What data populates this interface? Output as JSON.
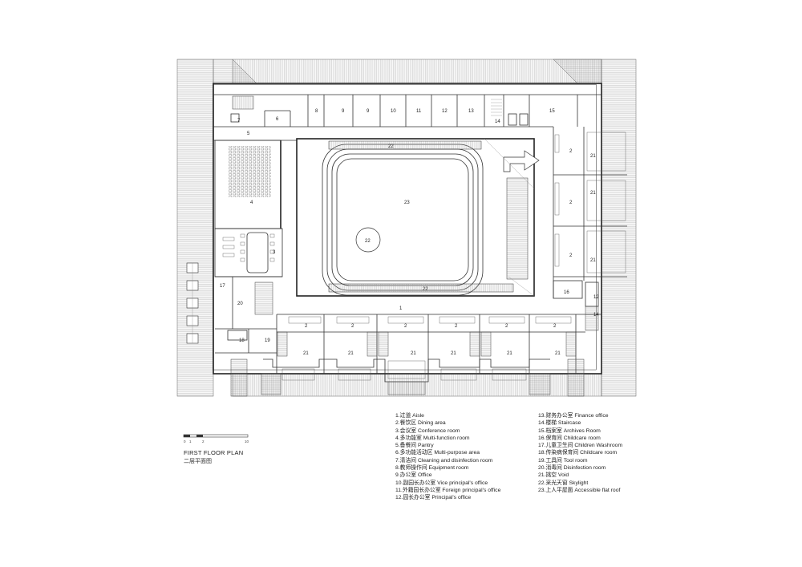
{
  "plan": {
    "title": "FIRST FLOOR PLAN",
    "title_cn": "二层平面图",
    "scale_labels": [
      "0",
      "1",
      "2",
      "10"
    ],
    "room_labels": {
      "aisle": "1",
      "dining": "2",
      "conference": "3",
      "multifunction": "4",
      "pantry": "5",
      "multipurpose": "6",
      "cleaning": "7",
      "equipment": "8",
      "office": "9",
      "vice_principal": "10",
      "foreign_principal": "11",
      "principal": "12",
      "finance": "13",
      "staircase": "14",
      "archives": "15",
      "childcare": "16",
      "washroom": "17",
      "childcare_b": "18",
      "tool": "19",
      "disinfection": "20",
      "void": "21",
      "skylight": "22",
      "flat_roof": "23"
    }
  },
  "legend": {
    "left": [
      "1.过道  Aisle",
      "2.餐饮区  Dining area",
      "3.会议室  Conference room",
      "4.多功能室  Multi-function room",
      "5.备餐间  Pantry",
      "6.多功能活动区  Multi-purpose area",
      "7.清洁间  Cleaning and disinfection room",
      "8.教师操作间  Equipment room",
      "9.办公室  Office",
      "10.副园长办公室  Vice principal's office",
      "11.外籍园长办公室  Foreign principal's office",
      "12.园长办公室  Principal's office"
    ],
    "right": [
      "13.财务办公室  Finance office",
      "14.楼梯  Staircase",
      "15.档案室  Archives Room",
      "16.保育间  Childcare room",
      "17.儿童卫生间    Children Washroom",
      "18.传染病保育间  Childcare room",
      "19.工具间  Tool room",
      "20.消毒间  Disinfection room",
      "21.挑空  Void",
      "22.采光天窗  Skylight",
      "23.上人平屋面  Accessible flat roof"
    ]
  }
}
